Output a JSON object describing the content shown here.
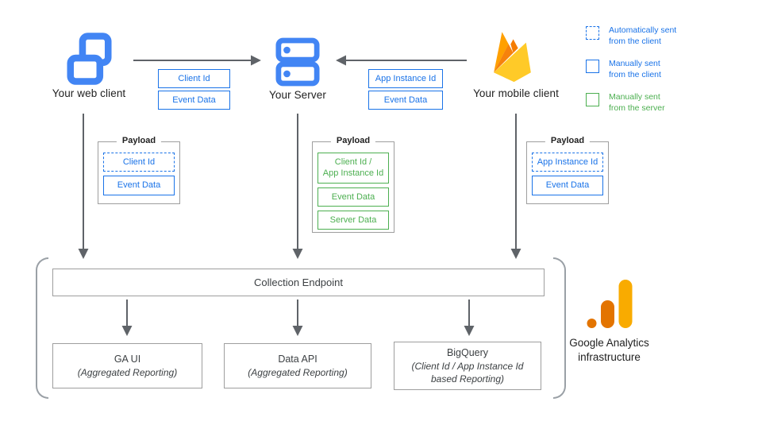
{
  "nodes": {
    "web": {
      "label": "Your web client"
    },
    "server": {
      "label": "Your Server"
    },
    "mobile": {
      "label": "Your mobile client"
    }
  },
  "flows": {
    "web_to_server": {
      "items": [
        "Client Id",
        "Event Data"
      ]
    },
    "mobile_to_server": {
      "items": [
        "App Instance Id",
        "Event Data"
      ]
    }
  },
  "legend": {
    "items": [
      {
        "line1": "Automatically sent",
        "line2": "from the client",
        "swatch": "dashed-blue"
      },
      {
        "line1": "Manually sent",
        "line2": "from the client",
        "swatch": "solid-blue"
      },
      {
        "line1": "Manually sent",
        "line2": "from the server",
        "swatch": "green"
      }
    ]
  },
  "payloads": {
    "web": {
      "title": "Payload",
      "items": [
        {
          "text": "Client Id",
          "style": "dashed-blue"
        },
        {
          "text": "Event Data",
          "style": "solid-blue"
        }
      ]
    },
    "server": {
      "title": "Payload",
      "items": [
        {
          "text": "Client Id /\nApp Instance Id",
          "style": "green"
        },
        {
          "text": "Event Data",
          "style": "green"
        },
        {
          "text": "Server Data",
          "style": "green"
        }
      ]
    },
    "mobile": {
      "title": "Payload",
      "items": [
        {
          "text": "App Instance Id",
          "style": "dashed-blue"
        },
        {
          "text": "Event Data",
          "style": "solid-blue"
        }
      ]
    }
  },
  "infrastructure": {
    "endpoint_label": "Collection Endpoint",
    "outputs": [
      {
        "title": "GA UI",
        "subtitle": "(Aggregated Reporting)"
      },
      {
        "title": "Data API",
        "subtitle": "(Aggregated Reporting)"
      },
      {
        "title": "BigQuery",
        "subtitle": "(Client Id / App Instance Id\nbased Reporting)"
      }
    ],
    "brand_line1": "Google Analytics",
    "brand_line2": "infrastructure"
  },
  "colors": {
    "box_blue": "#1a73e8",
    "box_green": "#4caf50",
    "icon_blue": "#4285f4",
    "arrow_gray": "#5f6368",
    "border_gray": "#9e9e9e",
    "firebase": [
      "#FFA000",
      "#F57C00",
      "#FFCA28"
    ],
    "ga_logo": [
      "#E37400",
      "#F9AB00"
    ]
  }
}
